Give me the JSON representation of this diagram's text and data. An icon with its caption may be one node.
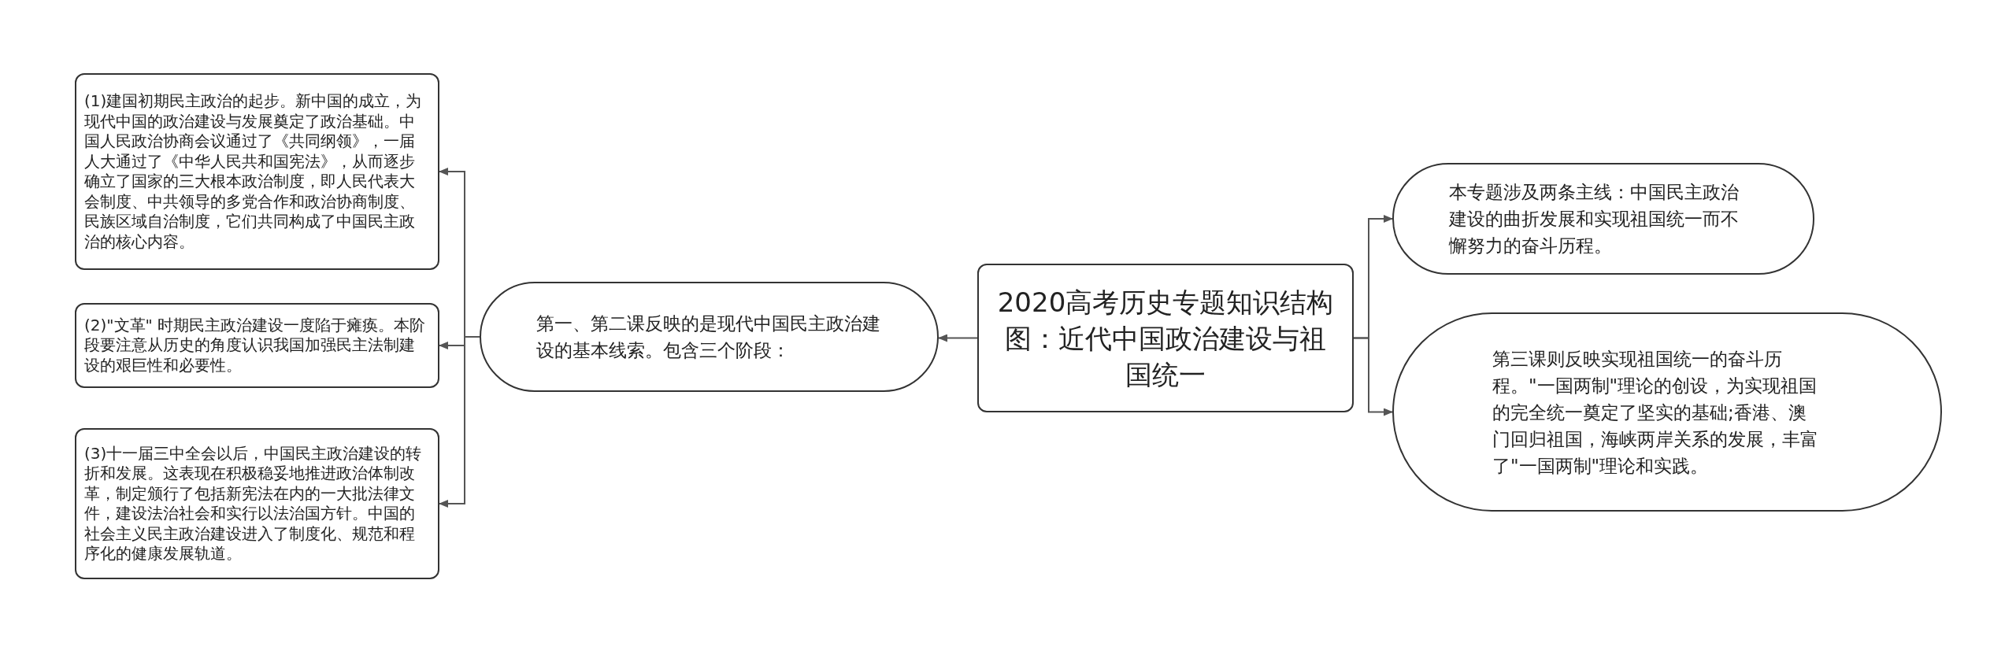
{
  "diagram": {
    "nodes": [
      {
        "text": [
          "2020高考历史专题知识结构图：近代中国政治建设与祖国统一"
        ]
      },
      {
        "text": [
          "第一、第二课反映的是现代中国民主政治建设的基本线索。包含三个阶段："
        ]
      },
      {
        "text": [
          "(1)建国初期民主政治的起步。新中国的成立，为现代中国的政治建设与发展奠定了政治基础。中国人民政治协商会议通过了《共同纲领》，一届人大通过了《中华人民共和国宪法》，从而逐步确立了国家的三大根本政治制度，即人民代表大会制度、中共领导的多党合作和政治协商制度、民族区域自治制度，它们共同构成了中国民主政治的核心内容。"
        ]
      },
      {
        "text": [
          "(2)\"文革\" 时期民主政治建设一度陷于瘫痪。本阶段要注意从历史的角度认识我国加强民主法制建设的艰巨性和必要性。"
        ]
      },
      {
        "text": [
          "(3)十一届三中全会以后，中国民主政治建设的转折和发展。这表现在积极稳妥地推进政治体制改革，制定颁行了包括新宪法在内的一大批法律文件，建设法治社会和实行以法治国方针。中国的社会主义民主政治建设进入了制度化、规范和程序化的健康发展轨道。"
        ]
      },
      {
        "text": [
          "本专题涉及两条主线：中国民主政治建设的曲折发展和实现祖国统一而不懈努力的奋斗历程。"
        ]
      },
      {
        "text": [
          "第三课则反映实现祖国统一的奋斗历程。\"一国两制\"理论的创设，为实现祖国的完全统一奠定了坚实的基础;香港、澳门回归祖国，海峡两岸关系的发展，丰富了\"一国两制\"理论和实践。"
        ]
      }
    ],
    "edges": [
      {
        "from": 0,
        "to": 1,
        "arrow": "to"
      },
      {
        "from": 1,
        "to": 2,
        "arrow": "to"
      },
      {
        "from": 1,
        "to": 3,
        "arrow": "to"
      },
      {
        "from": 1,
        "to": 4,
        "arrow": "to"
      },
      {
        "from": 0,
        "to": 5,
        "arrow": "to"
      },
      {
        "from": 0,
        "to": 6,
        "arrow": "to"
      }
    ]
  }
}
